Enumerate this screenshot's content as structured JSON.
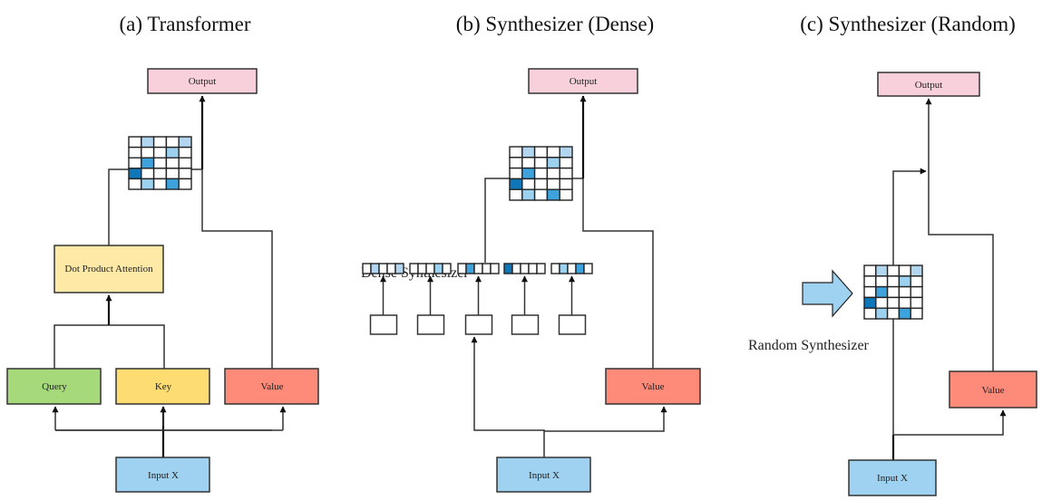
{
  "figure": {
    "panels": [
      {
        "id": "a",
        "title": "(a) Transformer",
        "boxes": {
          "output": {
            "label": "Output",
            "color": "#f8d0dc"
          },
          "attention": {
            "label": "Dot Product Attention",
            "color": "#feeaa6"
          },
          "query": {
            "label": "Query",
            "color": "#a6d97a"
          },
          "key": {
            "label": "Key",
            "color": "#fddc72"
          },
          "value": {
            "label": "Value",
            "color": "#fe8a7a"
          },
          "input": {
            "label": "Input X",
            "color": "#9ed2f0"
          }
        }
      },
      {
        "id": "b",
        "title": "(b) Synthesizer (Dense)",
        "annotation": "Dense Synthesizer",
        "boxes": {
          "output": {
            "label": "Output",
            "color": "#f8d0dc"
          },
          "value": {
            "label": "Value",
            "color": "#fe8a7a"
          },
          "input": {
            "label": "Input X",
            "color": "#9ed2f0"
          }
        },
        "token_vectors": [
          [
            0,
            1,
            0,
            0,
            1
          ],
          [
            0,
            0,
            0,
            2,
            0
          ],
          [
            0,
            3,
            0,
            0,
            0
          ],
          [
            4,
            0,
            0,
            0,
            0
          ],
          [
            0,
            2,
            0,
            3,
            0
          ]
        ]
      },
      {
        "id": "c",
        "title": "(c) Synthesizer (Random)",
        "annotation": "Random Synthesizer",
        "boxes": {
          "output": {
            "label": "Output",
            "color": "#f8d0dc"
          },
          "value": {
            "label": "Value",
            "color": "#fe8a7a"
          },
          "input": {
            "label": "Input X",
            "color": "#9ed2f0"
          }
        }
      }
    ],
    "attention_matrix": [
      [
        0,
        1,
        0,
        0,
        1
      ],
      [
        0,
        0,
        0,
        2,
        0
      ],
      [
        0,
        3,
        0,
        0,
        0
      ],
      [
        4,
        0,
        0,
        0,
        0
      ],
      [
        0,
        2,
        0,
        3,
        0
      ]
    ],
    "cell_colors": [
      "#ffffff",
      "#b3d6f0",
      "#9dd1f0",
      "#3ea3dc",
      "#0f76b8"
    ],
    "arrow_color": "#9ed2f0"
  }
}
